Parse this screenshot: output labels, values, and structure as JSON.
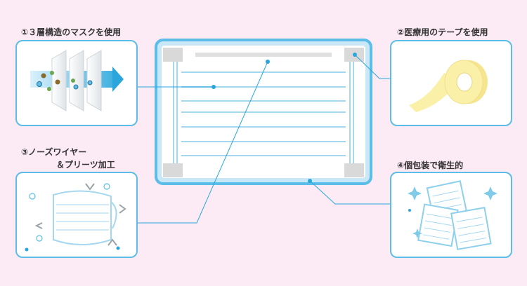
{
  "features": [
    {
      "id": "layers",
      "label": "①３層構造のマスクを使用"
    },
    {
      "id": "tape",
      "label": "②医療用のテープを使用"
    },
    {
      "id": "wire",
      "label_line1": "③ノーズワイヤー",
      "label_line2": "＆プリーツ加工"
    },
    {
      "id": "package",
      "label": "④個包装で衛生的"
    }
  ],
  "colors": {
    "background": "#fcebf4",
    "accent": "#5bbde8",
    "line": "#2aa6dc",
    "pleat": "#bfe3f3",
    "tape": "#fbf0a8"
  }
}
